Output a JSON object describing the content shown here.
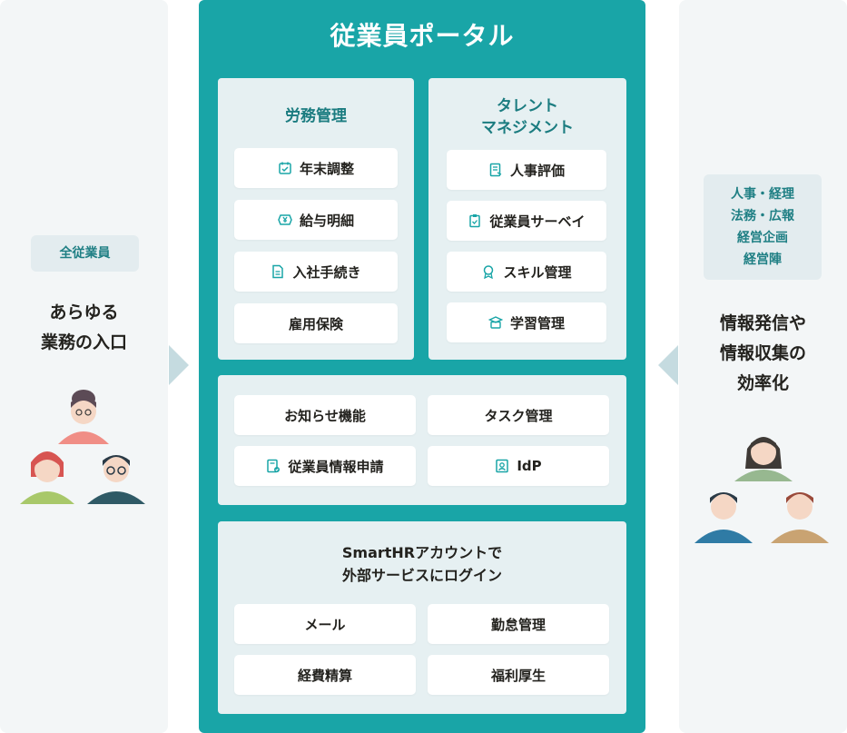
{
  "left": {
    "badge": "全従業員",
    "text_line1": "あらゆる",
    "text_line2": "業務の入口"
  },
  "right": {
    "badge_lines": [
      "人事・経理",
      "法務・広報",
      "経営企画",
      "経営陣"
    ],
    "text_lines": [
      "情報発信や",
      "情報収集の",
      "効率化"
    ]
  },
  "portal": {
    "title": "従業員ポータル",
    "labor": {
      "title": "労務管理",
      "items": [
        {
          "label": "年末調整",
          "icon": "calendar-check-icon"
        },
        {
          "label": "給与明細",
          "icon": "yen-wallet-icon"
        },
        {
          "label": "入社手続き",
          "icon": "document-icon"
        },
        {
          "label": "雇用保険",
          "icon": ""
        }
      ]
    },
    "talent": {
      "title_line1": "タレント",
      "title_line2": "マネジメント",
      "items": [
        {
          "label": "人事評価",
          "icon": "evaluation-sheet-icon"
        },
        {
          "label": "従業員サーベイ",
          "icon": "clipboard-check-icon"
        },
        {
          "label": "スキル管理",
          "icon": "award-icon"
        },
        {
          "label": "学習管理",
          "icon": "learning-icon"
        }
      ]
    },
    "misc": {
      "items": [
        {
          "label": "お知らせ機能",
          "icon": ""
        },
        {
          "label": "タスク管理",
          "icon": ""
        },
        {
          "label": "従業員情報申請",
          "icon": "application-form-icon"
        },
        {
          "label": "IdP",
          "icon": "id-card-icon"
        }
      ]
    },
    "sso": {
      "title_line1": "SmartHRアカウントで",
      "title_line2": "外部サービスにログイン",
      "items": [
        "メール",
        "勤怠管理",
        "経費精算",
        "福利厚生"
      ]
    }
  },
  "colors": {
    "portal": "#19a5a7",
    "box": "#e6f0f2",
    "side_panel": "#f3f6f7",
    "accent_text": "#1b7c80",
    "arrow": "#c5dbe0"
  }
}
